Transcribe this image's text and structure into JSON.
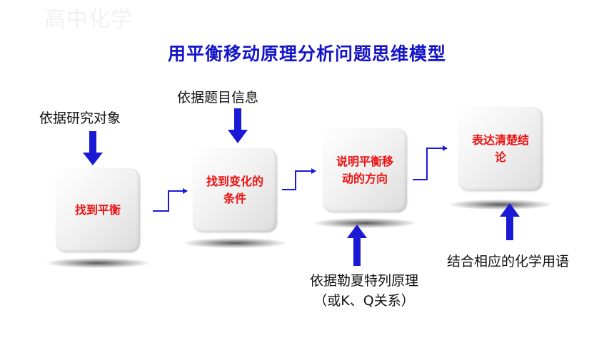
{
  "watermark": "高中化学",
  "title": "用平衡移动原理分析问题思维模型",
  "steps": [
    {
      "text": "找到平衡"
    },
    {
      "text": "找到变化的条件"
    },
    {
      "text": "说明平衡移动的方向"
    },
    {
      "text": "表达清楚结论"
    }
  ],
  "inputs": {
    "research_object": "依据研究对象",
    "question_info": "依据题目信息",
    "principle_line1": "依据勒夏特列原理",
    "principle_line2": "（或K、Q关系）",
    "chem_terms": "结合相应的化学用语"
  },
  "colors": {
    "title": "#1515c8",
    "step_text": "#ee1111",
    "arrow": "#1a1ad6"
  }
}
